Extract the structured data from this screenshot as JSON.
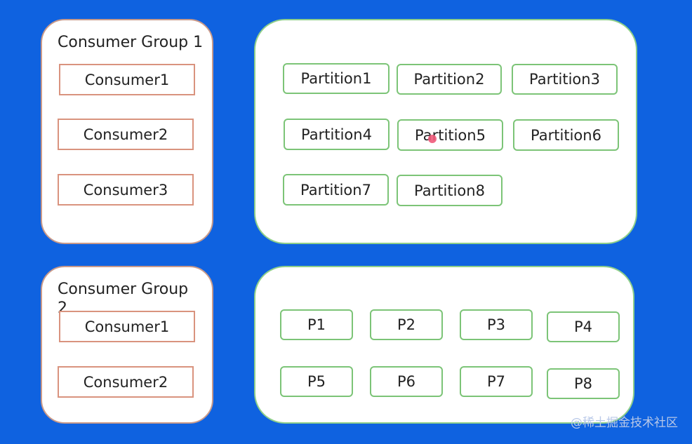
{
  "group1": {
    "title": "Consumer Group 1",
    "consumers": [
      "Consumer1",
      "Consumer2",
      "Consumer3"
    ],
    "partitions": [
      "Partition1",
      "Partition2",
      "Partition3",
      "Partition4",
      "Partition5",
      "Partition6",
      "Partition7",
      "Partition8"
    ]
  },
  "group2": {
    "title": "Consumer Group 2",
    "consumers": [
      "Consumer1",
      "Consumer2"
    ],
    "partitions": [
      "P1",
      "P2",
      "P3",
      "P4",
      "P5",
      "P6",
      "P7",
      "P8"
    ]
  },
  "watermark": "@稀土掘金技术社区",
  "colors": {
    "background": "#0f62e0",
    "consumer_border": "#d9937e",
    "partition_border": "#7cc477",
    "cursor": "#ef5a7a"
  }
}
